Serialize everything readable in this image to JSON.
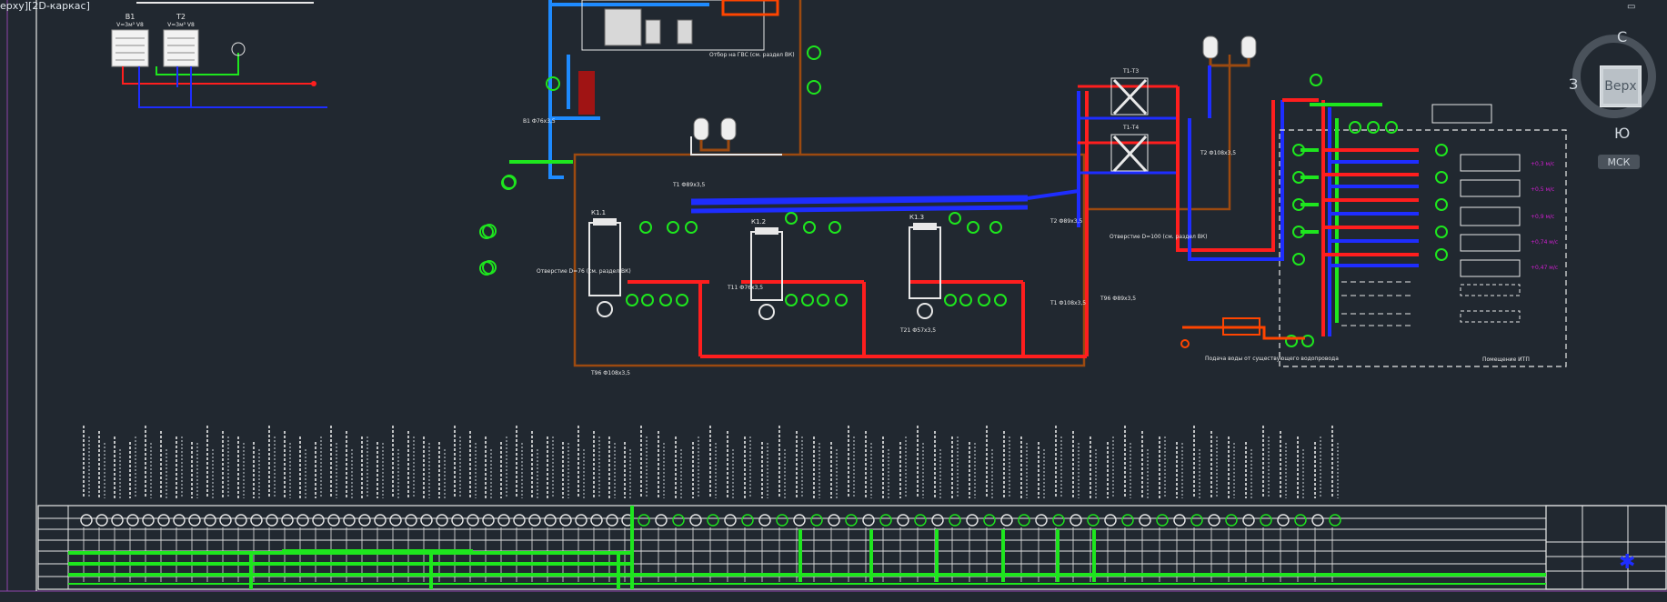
{
  "viewport": {
    "view_label": "ерху][2D-каркас]",
    "background": "#212830"
  },
  "viewcube": {
    "north": "С",
    "south": "Ю",
    "west": "З",
    "face": "Верх",
    "wcs": "МСК"
  },
  "drawing": {
    "tanks": [
      "В1",
      "Т2"
    ],
    "tank_captions": [
      "V=3м³ V8",
      "V=3м³ V8"
    ],
    "pump_labels": [
      "К1.1",
      "К1.2",
      "К1.3"
    ],
    "heat_exchanger_labels": [
      "Т1-Т3",
      "Т1-Т4"
    ],
    "room_label": "Помещение ИТП",
    "pipe_notes": [
      "Т1 Ф89х3,5",
      "Т2 Ф89х3,5",
      "Т11 Ф76х3,5",
      "Т21 Ф57х3,5",
      "Т96 Ф108х3,5",
      "В1 Ф76х3,5",
      "Т1 Ф108х3,5",
      "Т2 Ф108х3,5",
      "Т96 Ф89х3,5"
    ],
    "side_notes": [
      "Отбор на ГВС (см. раздел ВК)",
      "Отверстие D=76 (см. раздел ВК)",
      "Отверстие D=100 (см. раздел ВК)",
      "Подача воды от существующего водопровода"
    ],
    "magenta_notes": [
      "+0,3 м/с",
      "+0,5 м/с",
      "+0,9 м/с",
      "+0,74 м/с",
      "+0,47 м/с"
    ]
  },
  "colors": {
    "supply": "#ff1e1e",
    "return": "#1e2dff",
    "instrument": "#1ee61e",
    "drain": "#9c4a10",
    "line": "#e8e8e8",
    "magenta": "#d21ed2"
  }
}
